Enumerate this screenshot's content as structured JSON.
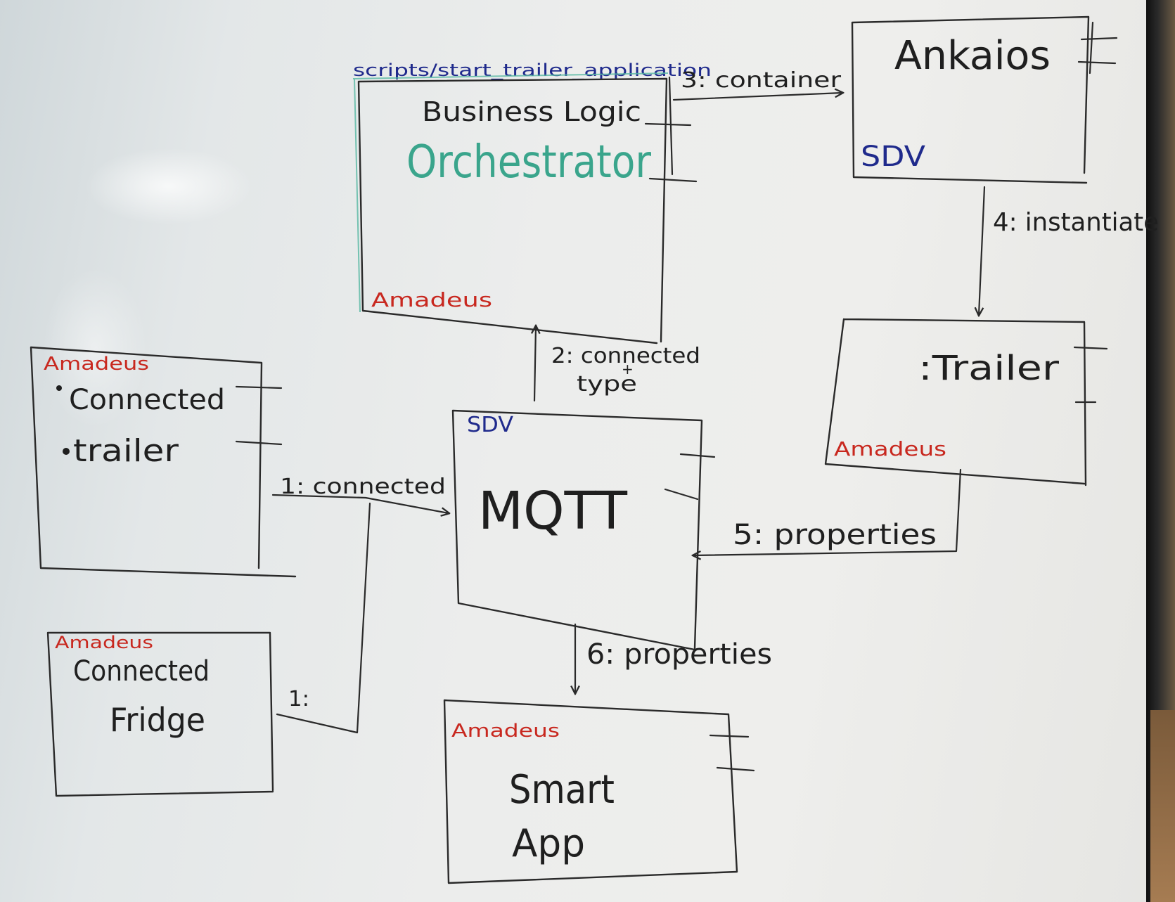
{
  "script_path": "scripts/start_trailer_application",
  "boxes": {
    "orchestrator": {
      "tag": "Amadeus",
      "line1": "Business Logic",
      "line2": "Orchestrator"
    },
    "ankaios": {
      "title": "Ankaios",
      "tag": "SDV"
    },
    "trailer": {
      "title": ":Trailer",
      "tag": "Amadeus"
    },
    "connected_trailer": {
      "tag": "Amadeus",
      "line1": "Connected",
      "line2": "trailer"
    },
    "mqtt": {
      "title": "MQTT",
      "tag": "SDV"
    },
    "fridge": {
      "tag": "Amadeus",
      "line1": "Connected",
      "line2": "Fridge"
    },
    "smart_app": {
      "tag": "Amadeus",
      "line1": "Smart",
      "line2": "App"
    }
  },
  "edges": {
    "e1": "1: connected",
    "e1b": "1:",
    "e2a": "2: connected",
    "e2b": "+",
    "e2c": "type",
    "e3": "3: container",
    "e4": "4: instantiate",
    "e5": "5: properties",
    "e6": "6: properties"
  },
  "colors": {
    "ink_black": "#1f1f1f",
    "ink_red": "#c8281f",
    "ink_blue": "#1f2a8c",
    "ink_teal": "#3aa58c"
  }
}
